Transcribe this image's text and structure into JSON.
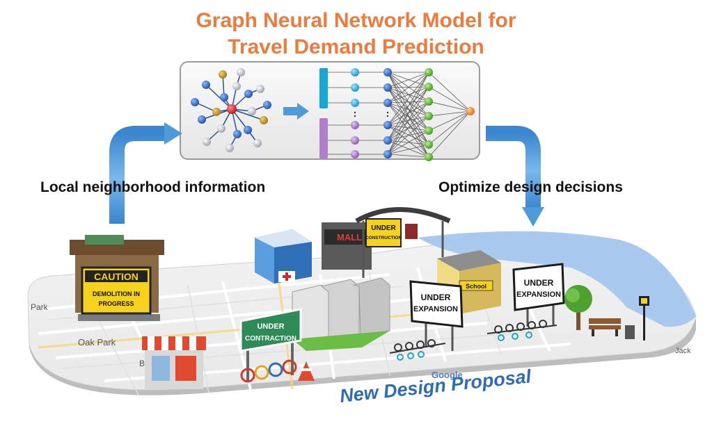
{
  "title": {
    "line1": "Graph Neural Network Model for",
    "line2": "Travel Demand Prediction"
  },
  "captions": {
    "left": "Local neighborhood information",
    "right": "Optimize design decisions"
  },
  "bottom_label": "New Design Proposal",
  "signs": {
    "caution_head": "CAUTION",
    "caution_body_1": "DEMOLITION IN",
    "caution_body_2": "PROGRESS",
    "construction_1": "UNDER",
    "construction_2": "CONSTRUCTION",
    "expansion_left_1": "UNDER",
    "expansion_left_2": "EXPANSION",
    "expansion_right_1": "UNDER",
    "expansion_right_2": "EXPANSION",
    "contraction_1": "UNDER",
    "contraction_2": "CONTRACTION",
    "school": "School",
    "mall": "MALL"
  },
  "map_labels": {
    "oak_park": "Oak Park",
    "park": "Park",
    "berw": "Berw",
    "google": "Google",
    "jack": "Jack"
  },
  "colors": {
    "title": "#ee7b3c",
    "arrow_blue": "#4f9ad8",
    "water": "#a9c9ef",
    "sign_yellow": "#f6d21c",
    "sign_green": "#2e8b57",
    "proposal_text": "#2e6db5"
  }
}
